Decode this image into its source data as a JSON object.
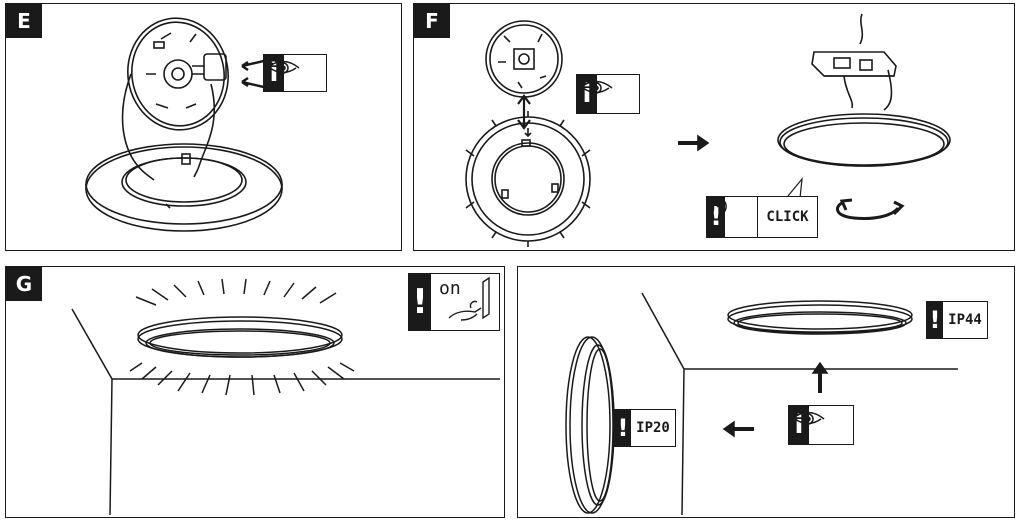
{
  "panels": {
    "e": {
      "label": "E"
    },
    "f": {
      "label": "F",
      "sound_text": "CLICK"
    },
    "g": {
      "label": "G",
      "switch_text": "on"
    },
    "h": {
      "label": "",
      "rating_ceiling": "IP44",
      "rating_wall": "IP20"
    }
  },
  "icons": [
    "info-icon",
    "eye-icon",
    "warning-icon",
    "ear-icon",
    "hand-switch-icon",
    "rotate-arrow-icon",
    "right-arrow-icon",
    "up-arrow-icon",
    "left-arrow-icon",
    "lamp-icon"
  ],
  "colors": {
    "line": "#1a1a1a",
    "background": "#ffffff",
    "label_bg": "#1a1a1a"
  }
}
